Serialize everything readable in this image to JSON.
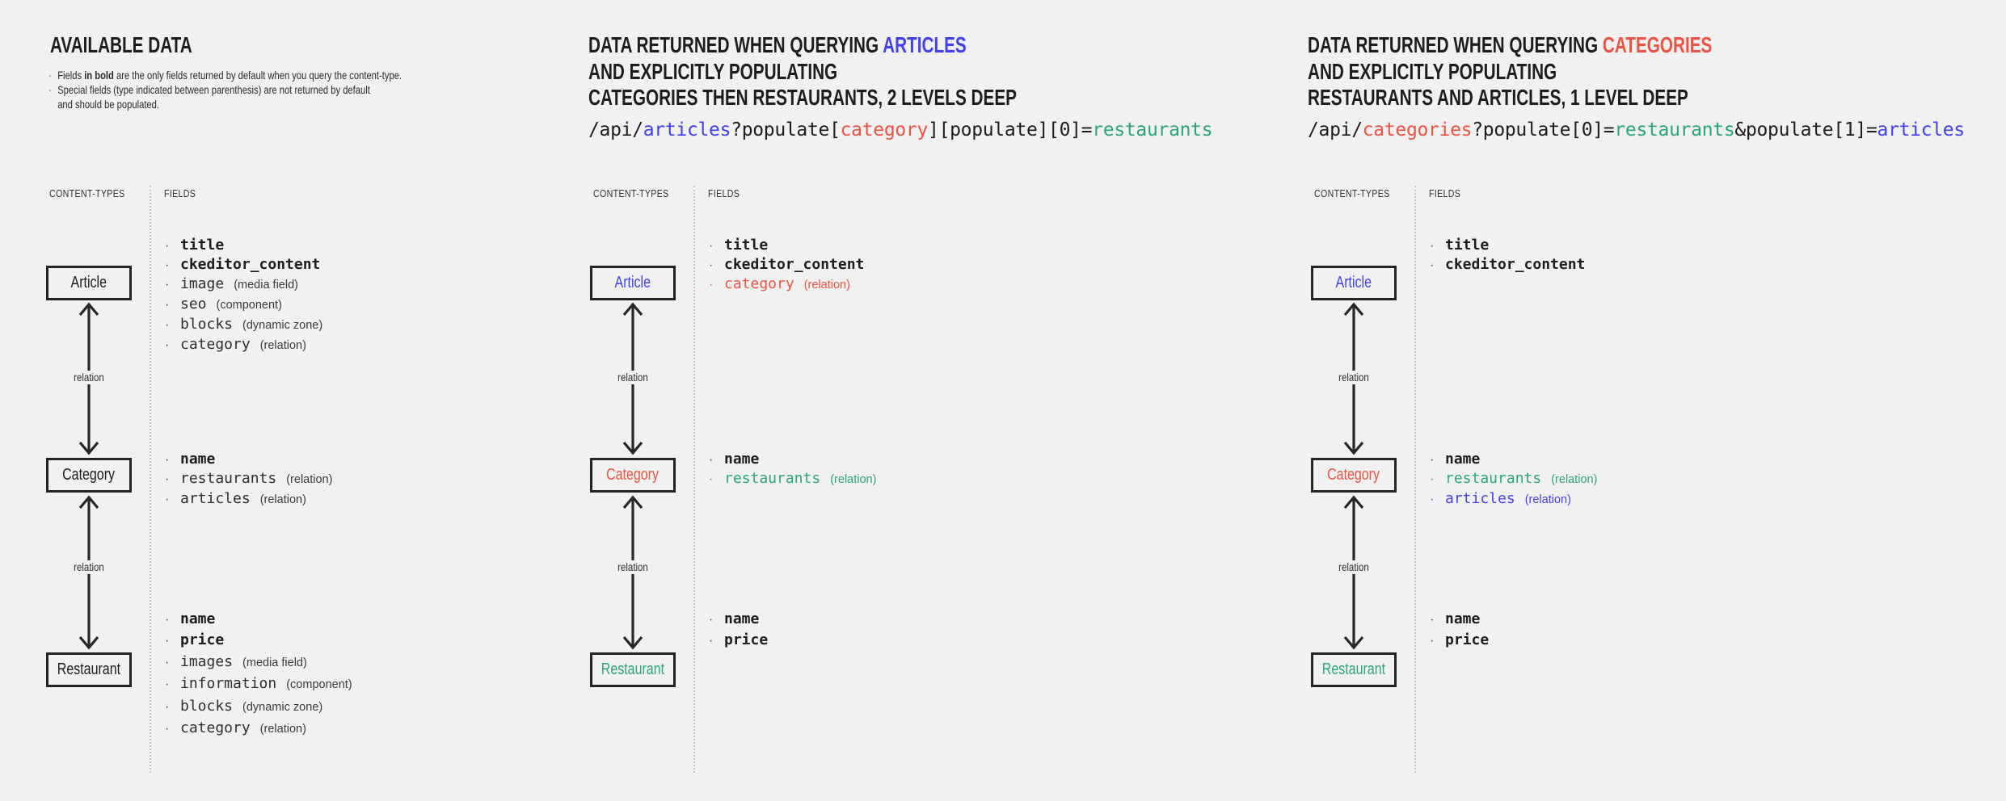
{
  "ui": {
    "bullet": "·"
  },
  "colors": {
    "ink": "#1d1d1d",
    "soft": "#2f2f2f",
    "gray": "#3c3c3c",
    "blue": "#443fee",
    "red": "#ee5243",
    "green": "#2aa57e",
    "arrow": "#272727",
    "bg": "#f1f1f1",
    "divider": "#c6c6c6"
  },
  "available": {
    "title": "AVAILABLE DATA",
    "note1": {
      "pre": "Fields ",
      "bold": "in bold",
      "post": " are the only fields returned by default when you query the content-type."
    },
    "note2": {
      "line1": "Special fields (type indicated between parenthesis) are not returned by default",
      "line2": "and should be populated."
    }
  },
  "queries": [
    {
      "title_pre": "DATA RETURNED WHEN QUERYING ",
      "title_highlight": "ARTICLES",
      "highlight_color": "blue",
      "title_line2": "AND EXPLICITLY POPULATING",
      "title_line3": "CATEGORIES THEN RESTAURANTS, 2 LEVELS DEEP",
      "code": [
        {
          "text": "/api/",
          "color": "ink"
        },
        {
          "text": "articles",
          "color": "blue"
        },
        {
          "text": "?populate[",
          "color": "ink"
        },
        {
          "text": "category",
          "color": "red"
        },
        {
          "text": "][populate][0]=",
          "color": "ink"
        },
        {
          "text": "restaurants",
          "color": "green"
        }
      ]
    },
    {
      "title_pre": "DATA RETURNED WHEN QUERYING ",
      "title_highlight": "CATEGORIES",
      "highlight_color": "red",
      "title_line2": "AND EXPLICITLY POPULATING",
      "title_line3": "RESTAURANTS AND ARTICLES, 1 LEVEL DEEP",
      "code": [
        {
          "text": "/api/",
          "color": "ink"
        },
        {
          "text": "categories",
          "color": "red"
        },
        {
          "text": "?populate[0]=",
          "color": "ink"
        },
        {
          "text": "restaurants",
          "color": "green"
        },
        {
          "text": "&populate[1]=",
          "color": "ink"
        },
        {
          "text": "articles",
          "color": "blue"
        }
      ]
    }
  ],
  "panels": [
    {
      "content_types_label": "CONTENT-TYPES",
      "fields_label": "FIELDS",
      "relation_label": "relation",
      "boxes": [
        {
          "label": "Article",
          "color": "ink"
        },
        {
          "label": "Category",
          "color": "ink"
        },
        {
          "label": "Restaurant",
          "color": "ink"
        }
      ],
      "field_groups": [
        [
          {
            "name": "title",
            "bold": true
          },
          {
            "name": "ckeditor_content",
            "bold": true
          },
          {
            "name": "image",
            "annotation": "(media field)"
          },
          {
            "name": "seo",
            "annotation": "(component)"
          },
          {
            "name": "blocks",
            "annotation": "(dynamic zone)"
          },
          {
            "name": "category",
            "annotation": "(relation)"
          }
        ],
        [
          {
            "name": "name",
            "bold": true
          },
          {
            "name": "restaurants",
            "annotation": "(relation)"
          },
          {
            "name": "articles",
            "annotation": "(relation)"
          }
        ],
        [
          {
            "name": "name",
            "bold": true
          },
          {
            "name": "price",
            "bold": true
          },
          {
            "name": "images",
            "annotation": "(media field)"
          },
          {
            "name": "information",
            "annotation": "(component)"
          },
          {
            "name": "blocks",
            "annotation": "(dynamic zone)"
          },
          {
            "name": "category",
            "annotation": "(relation)"
          }
        ]
      ]
    },
    {
      "content_types_label": "CONTENT-TYPES",
      "fields_label": "FIELDS",
      "relation_label": "relation",
      "boxes": [
        {
          "label": "Article",
          "color": "blue"
        },
        {
          "label": "Category",
          "color": "red"
        },
        {
          "label": "Restaurant",
          "color": "green"
        }
      ],
      "field_groups": [
        [
          {
            "name": "title",
            "bold": true
          },
          {
            "name": "ckeditor_content",
            "bold": true
          },
          {
            "name": "category",
            "annotation": "(relation)",
            "color": "red"
          }
        ],
        [
          {
            "name": "name",
            "bold": true
          },
          {
            "name": "restaurants",
            "annotation": "(relation)",
            "color": "green"
          }
        ],
        [
          {
            "name": "name",
            "bold": true
          },
          {
            "name": "price",
            "bold": true
          }
        ]
      ]
    },
    {
      "content_types_label": "CONTENT-TYPES",
      "fields_label": "FIELDS",
      "relation_label": "relation",
      "boxes": [
        {
          "label": "Article",
          "color": "blue"
        },
        {
          "label": "Category",
          "color": "red"
        },
        {
          "label": "Restaurant",
          "color": "green"
        }
      ],
      "field_groups": [
        [
          {
            "name": "title",
            "bold": true
          },
          {
            "name": "ckeditor_content",
            "bold": true
          }
        ],
        [
          {
            "name": "name",
            "bold": true
          },
          {
            "name": "restaurants",
            "annotation": "(relation)",
            "color": "green"
          },
          {
            "name": "articles",
            "annotation": "(relation)",
            "color": "blue"
          }
        ],
        [
          {
            "name": "name",
            "bold": true
          },
          {
            "name": "price",
            "bold": true
          }
        ]
      ]
    }
  ]
}
